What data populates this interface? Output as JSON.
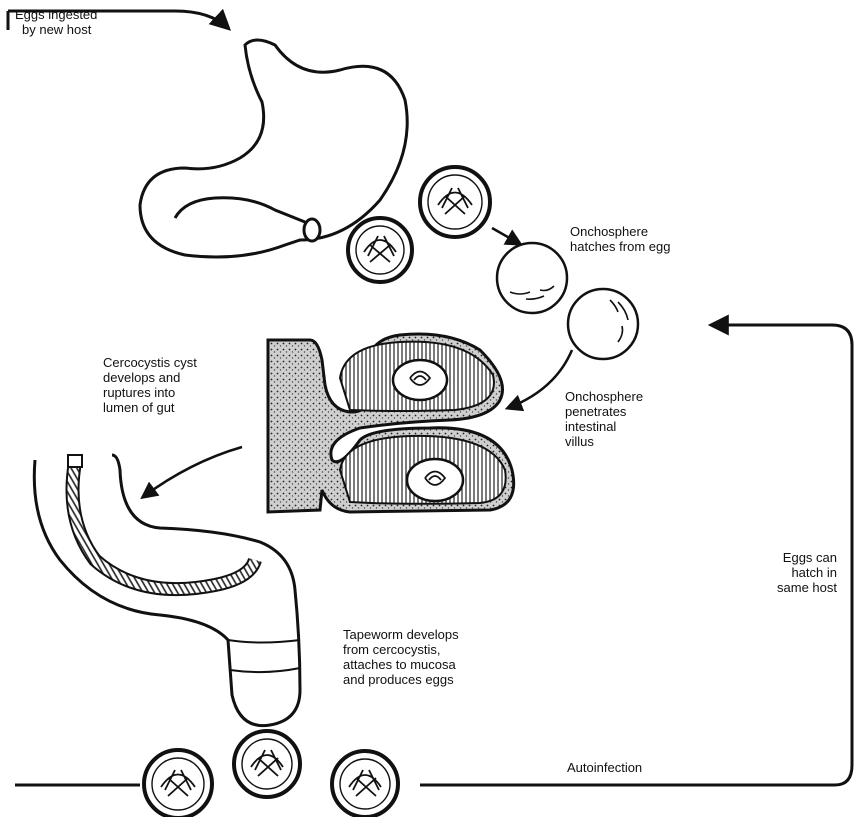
{
  "labels": {
    "eggs_ingested": [
      "Eggs ingested",
      "by new host"
    ],
    "onchosphere_hatches": [
      "Onchosphere",
      "hatches from egg"
    ],
    "cercocystis": [
      "Cercocystis cyst",
      "develops and",
      "ruptures into",
      "lumen of gut"
    ],
    "onchosphere_penetrates": [
      "Onchosphere",
      "penetrates",
      "intestinal",
      "villus"
    ],
    "eggs_can_hatch": [
      "Eggs can",
      "hatch in",
      "same host"
    ],
    "tapeworm_develops": [
      "Tapeworm develops",
      "from cercocystis,",
      "attaches to mucosa",
      "and produces eggs"
    ],
    "autoinfection": "Autoinfection"
  }
}
